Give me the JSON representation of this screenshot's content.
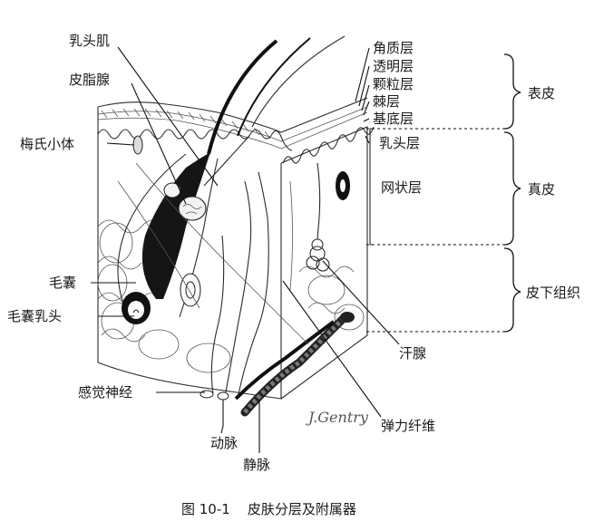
{
  "figure": {
    "caption": "图 10-1    皮肤分层及附属器"
  },
  "labels_left": {
    "arrector_pili": "乳头肌",
    "sebaceous_gland": "皮脂腺",
    "meissner_corpuscle": "梅氏小体",
    "hair_follicle": "毛囊",
    "hair_papilla": "毛囊乳头",
    "sensory_nerve": "感觉神经",
    "artery": "动脉",
    "vein": "静脉"
  },
  "labels_right": {
    "stratum_corneum": "角质层",
    "stratum_lucidum": "透明层",
    "stratum_granulosum": "颗粒层",
    "stratum_spinosum": "棘层",
    "stratum_basale": "基底层",
    "papillary_layer": "乳头层",
    "reticular_layer": "网状层",
    "sweat_gland": "汗腺",
    "elastic_fiber": "弹力纤维"
  },
  "brackets": {
    "epidermis": "表皮",
    "dermis": "真皮",
    "subcutaneous": "皮下组织"
  },
  "signature": "J.Gentry"
}
